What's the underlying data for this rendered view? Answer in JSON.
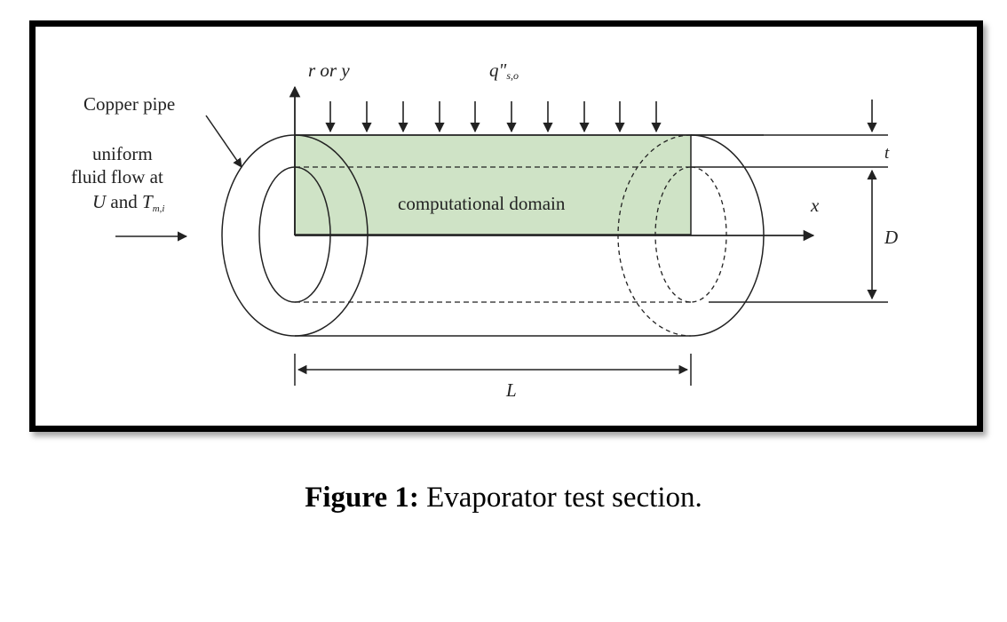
{
  "diagram": {
    "labels": {
      "axis_r": "r or y",
      "heat_flux": "q\"",
      "heat_flux_sub": "s,o",
      "copper_pipe": "Copper pipe",
      "inlet_line1": "uniform",
      "inlet_line2": "fluid flow at",
      "inlet_line3_u": "U",
      "inlet_line3_and": "and",
      "inlet_line3_t": "T",
      "inlet_line3_sub": "m,i",
      "domain": "computational domain",
      "axis_x": "x",
      "thickness": "t",
      "diameter": "D",
      "length": "L"
    },
    "colors": {
      "domain_fill": "#cfe3c6",
      "line": "#222222"
    }
  },
  "caption": {
    "label": "Figure 1:",
    "text": " Evaporator test section."
  }
}
